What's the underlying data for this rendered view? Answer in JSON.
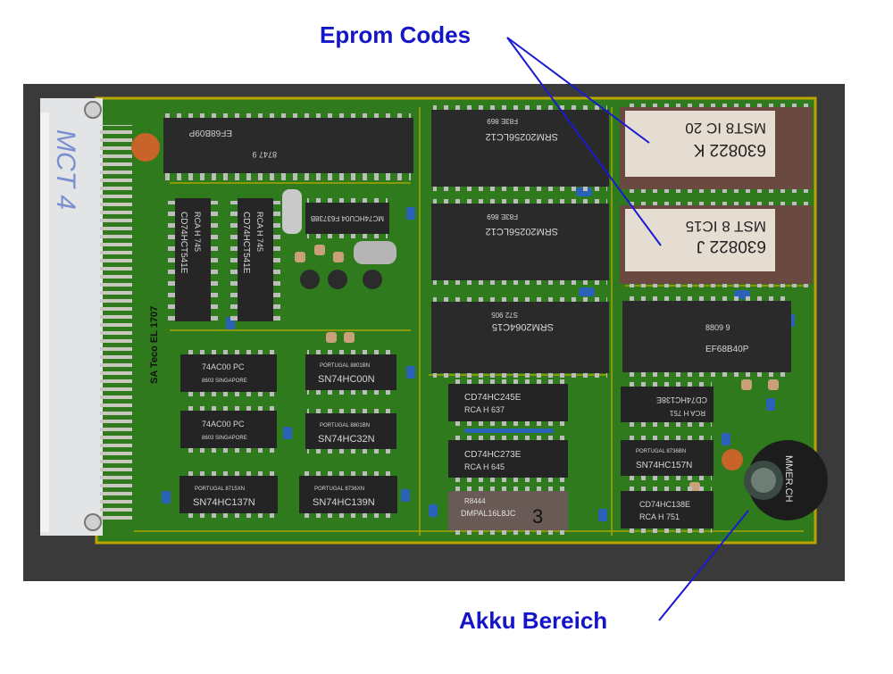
{
  "annotations": {
    "eprom_label": "Eprom Codes",
    "akku_label": "Akku Bereich"
  },
  "board": {
    "connector_handwriting": "MCT 4",
    "silkscreen": "SA Teco EL 1707",
    "chips": {
      "cpu_top": "EF68B09P",
      "cpu_top_date": "8747 9",
      "osc_chip": "MC74HCU04 F63738B",
      "buf1": "CD74HCT541E",
      "buf1_sub": "RCA H 745",
      "buf2": "CD74HCT541E",
      "buf2_sub": "RCA H 745",
      "ram1": "SRM20256LC12",
      "ram1_sub": "F83E 869",
      "ram2": "SRM20256LC12",
      "ram2_sub": "F83E 869",
      "ram3": "SRM2064C15",
      "ram3_sub": "S72 905",
      "eprom1_line1": "MST8 IC 20",
      "eprom1_line2": "630822 K",
      "eprom2_line1": "MST 8 IC15",
      "eprom2_line2": "630822 J",
      "pia": "EF68B40P",
      "pia_date": "8809 9",
      "g1": "74AC00 PC",
      "g1_sub": "8603 SINGAPORE",
      "g2": "SN74HC00N",
      "g2_top": "PORTUGAL 8801BN",
      "g3": "74AC00 PC",
      "g3_sub": "8603 SINGAPORE",
      "g4": "SN74HC32N",
      "g4_top": "PORTUGAL 8801BN",
      "g5": "SN74HC137N",
      "g5_top": "PORTUGAL 8715XN",
      "g6": "SN74HC139N",
      "g6_top": "PORTUGAL 8736XN",
      "g7": "CD74HC245E",
      "g7_sub": "RCA H 637",
      "g8": "CD74HC273E",
      "g8_sub": "RCA H 645",
      "pal": "DMPAL16L8JC",
      "pal_top": "R8444",
      "pal_mark": "3",
      "g9": "CD74HC138E",
      "g9_sub": "RCA H 751",
      "g10": "SN74HC157N",
      "g10_top": "PORTUGAL 8736BN",
      "g11": "CD74HC138E",
      "g11_sub": "RCA H 751",
      "buzzer": "MMER.CH"
    }
  }
}
